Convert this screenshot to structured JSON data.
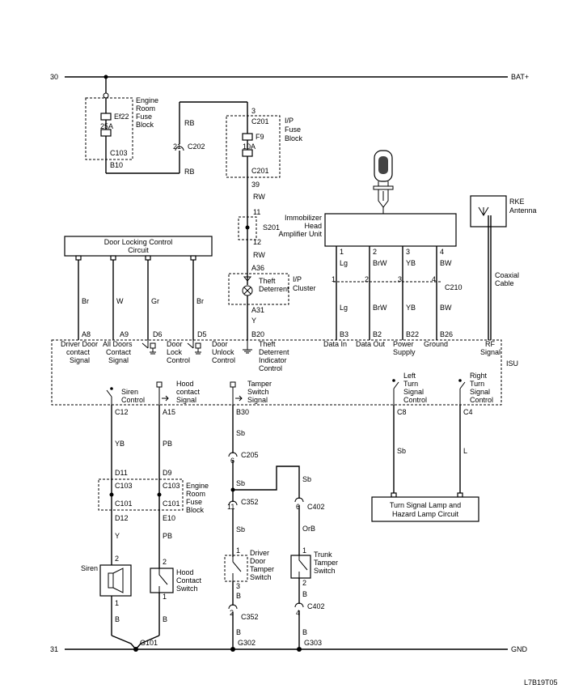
{
  "rails": {
    "left_top": "30",
    "right_top": "BAT+",
    "left_bottom": "31",
    "right_bottom": "GND"
  },
  "engine_fuse": {
    "label": [
      "Engine",
      "Room",
      "Fuse",
      "Block"
    ],
    "fuse": "Ef22",
    "amp": "25A",
    "conn": "C103",
    "pin": "B10"
  },
  "c202": {
    "conn": "C202",
    "pin": "21",
    "wire_top": "RB",
    "wire_bottom": "RB"
  },
  "ip_fuse": {
    "label": [
      "I/P",
      "Fuse",
      "Block"
    ],
    "pin_top": "3",
    "conn_top": "C201",
    "fuse": "F9",
    "amp": "10A",
    "conn_bottom": "C201",
    "pin_bottom": "39"
  },
  "s201": {
    "name": "S201",
    "pin_top": "11",
    "pin_bottom": "12",
    "wire_top": "RW",
    "wire_bottom": "RW"
  },
  "cluster": {
    "label": [
      "I/P",
      "Cluster"
    ],
    "pin_top": "A36",
    "lamp": [
      "Theft",
      "Deterrent"
    ],
    "pin_bottom": "A31",
    "wire": "Y"
  },
  "door_lock_circuit": {
    "label": [
      "Door Locking Control",
      "Circuit"
    ]
  },
  "immobilizer": {
    "label": [
      "Immobilizer",
      "Head",
      "Amplifier Unit"
    ],
    "pins": [
      "1",
      "2",
      "3",
      "4"
    ],
    "wires": [
      "Lg",
      "BrW",
      "YB",
      "BW"
    ],
    "conn": "C210",
    "conn_pins": [
      "1",
      "2",
      "3",
      "4"
    ]
  },
  "rke": {
    "label": [
      "RKE",
      "Antenna"
    ],
    "cable": [
      "Coaxial",
      "Cable"
    ]
  },
  "isu": {
    "label": "ISU",
    "top_pins": [
      {
        "wire": "Br",
        "pin": "A8",
        "label": [
          "Driver Door",
          "contact",
          "Signal"
        ]
      },
      {
        "wire": "W",
        "pin": "A9",
        "label": [
          "All Doors",
          "Contact",
          "Signal"
        ]
      },
      {
        "wire": "Gr",
        "pin": "D6",
        "label": [
          "Door",
          "Lock",
          "Control"
        ]
      },
      {
        "wire": "Br",
        "pin": "D5",
        "label": [
          "Door",
          "Unlock",
          "Control"
        ]
      },
      {
        "wire": "",
        "pin": "B20",
        "label": [
          "Theft",
          "Deterrent",
          "Indicator",
          "Control"
        ]
      },
      {
        "wire": "Lg",
        "pin": "B3",
        "label": [
          "Data In"
        ]
      },
      {
        "wire": "BrW",
        "pin": "B2",
        "label": [
          "Data Out"
        ]
      },
      {
        "wire": "YB",
        "pin": "B22",
        "label": [
          "Power",
          "Supply"
        ]
      },
      {
        "wire": "BW",
        "pin": "B26",
        "label": [
          "Ground"
        ]
      },
      {
        "wire": "",
        "pin": "RF",
        "label": [
          "Signal"
        ]
      }
    ],
    "bottom_pins": [
      {
        "pin": "C12",
        "label": [
          "Siren",
          "Control"
        ]
      },
      {
        "pin": "A15",
        "label": [
          "Hood",
          "contact",
          "Signal"
        ]
      },
      {
        "pin": "B30",
        "label": [
          "Tamper",
          "Switch",
          "Signal"
        ]
      },
      {
        "pin": "C8",
        "label": [
          "Left",
          "Turn",
          "Signal",
          "Control"
        ]
      },
      {
        "pin": "C4",
        "label": [
          "Right",
          "Turn",
          "Signal",
          "Control"
        ]
      }
    ]
  },
  "bottom": {
    "siren_wire": "YB",
    "hood_wire": "PB",
    "c103_pins": [
      "D11",
      "D9"
    ],
    "c103": "C103",
    "c101": "C101",
    "c101_pins": [
      "D12",
      "E10"
    ],
    "engine_fuse_label": [
      "Engine",
      "Room",
      "Fuse",
      "Block"
    ],
    "siren_wire2": "Y",
    "hood_wire2": "PB",
    "siren": "Siren",
    "hood_switch": [
      "Hood",
      "Contact",
      "Switch"
    ],
    "pin2": "2",
    "pin1": "1",
    "wire_b": "B",
    "g101": "G101",
    "g302": "G302",
    "g303": "G303",
    "tamper_wire": "Sb",
    "c205": "C205",
    "c205_pin": "6",
    "c352": "C352",
    "c352_pin": "11",
    "c352_bottom_pin": "2",
    "c402": "C402",
    "c402_pin": "6",
    "c402_bottom_pin": "4",
    "orb": "OrB",
    "driver_tamper": [
      "Driver",
      "Door",
      "Tamper",
      "Switch"
    ],
    "trunk_tamper": [
      "Trunk",
      "Tamper",
      "Switch"
    ],
    "sw_pin_top": "1",
    "sw_pin_bottom": "3",
    "trunk_pin_bottom": "2",
    "turn_wire_l": "Sb",
    "turn_wire_r": "L",
    "turn_box": [
      "Turn Signal Lamp and",
      "Hazard Lamp Circuit"
    ]
  },
  "figure_code": "L7B19T05"
}
